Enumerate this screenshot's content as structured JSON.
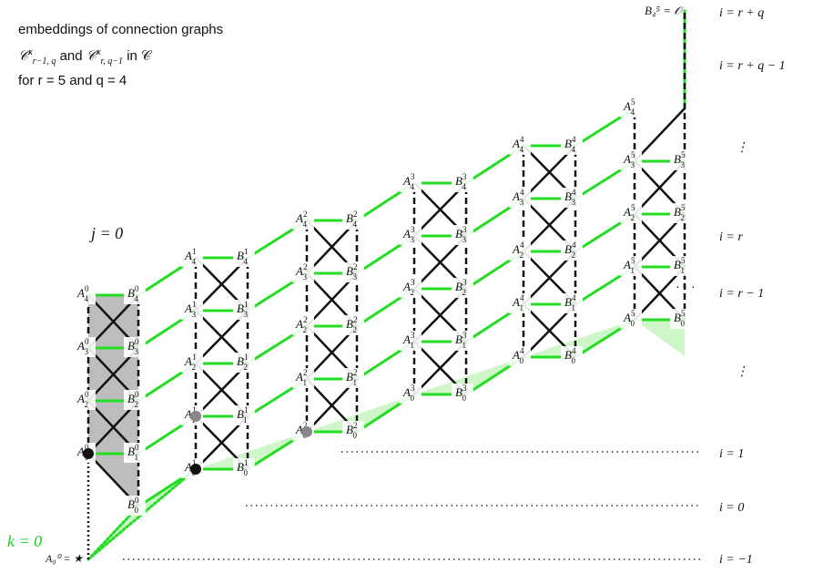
{
  "caption": {
    "line1": "embeddings of connection graphs",
    "line2_a": "𝒞",
    "line2_a_sup": "κ",
    "line2_a_sub": "r−1, q",
    "line2_and": "and",
    "line2_b": "𝒞",
    "line2_b_sup": "κ",
    "line2_b_sub": "r, q−1",
    "line2_in": "in 𝒞",
    "line3": "for r = 5 and  q = 4"
  },
  "labels": {
    "j0": "j = 0",
    "k0": "k = 0",
    "star": "A₀⁰ = ★",
    "top": "B₄⁵ = 𝒪",
    "ellipsis": "· · ·"
  },
  "row_labels": [
    "i = r + q",
    "i = r + q − 1",
    "⋮",
    "i = r",
    "i = r − 1",
    "⋮",
    "i = 1",
    "i = 0",
    "i = −1"
  ],
  "colors": {
    "green": "#22dd22",
    "light_green": "#c6f5c0",
    "gray_fill": "#bdbdbd",
    "dark": "#111111",
    "node_gray": "#888888"
  },
  "nodes": {
    "A": [
      [
        "",
        "A10",
        "A20",
        "A30",
        "A40"
      ],
      [
        "A01",
        "A11",
        "A21",
        "A31",
        "A41"
      ],
      [
        "A02",
        "A12",
        "A22",
        "A32",
        "A42"
      ],
      [
        "A03",
        "A13",
        "A23",
        "A33",
        "A43"
      ],
      [
        "A04",
        "A14",
        "A24",
        "A34",
        "A44"
      ],
      [
        "A05",
        "A15",
        "A25",
        "A35",
        "A45"
      ]
    ],
    "B": [
      [
        "B00",
        "B10",
        "B20",
        "B30",
        "B40"
      ],
      [
        "B01",
        "B11",
        "B21",
        "B31",
        "B41"
      ],
      [
        "B02",
        "B12",
        "B22",
        "B32",
        "B42"
      ],
      [
        "B03",
        "B13",
        "B23",
        "B33",
        "B43"
      ],
      [
        "B04",
        "B14",
        "B24",
        "B34",
        "B44"
      ],
      [
        "B05",
        "B15",
        "B25",
        "B35",
        ""
      ]
    ]
  }
}
